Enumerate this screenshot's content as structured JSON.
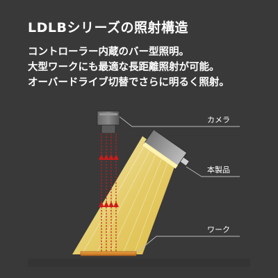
{
  "title": "LDLBシリーズの照射構造",
  "description": [
    "コントローラー内蔵のバー型照明。",
    "大型ワークにも最適な長距離照射が可能。",
    "オーバードライブ切替でさらに明るく照射。"
  ],
  "labels": {
    "camera": "カメラ",
    "product": "本製品",
    "work": "ワーク"
  },
  "colors": {
    "background": "#3a3939",
    "text": "#ffffff",
    "beam": "#f5e07a",
    "light_emitter": "#fff3b0",
    "camera_rays": "#cc1a1a",
    "work_surface": "#d9892a",
    "leader_lines": "#bdbdbd"
  },
  "icons": [
    "camera-icon",
    "bar-light-icon",
    "workpiece-icon"
  ]
}
